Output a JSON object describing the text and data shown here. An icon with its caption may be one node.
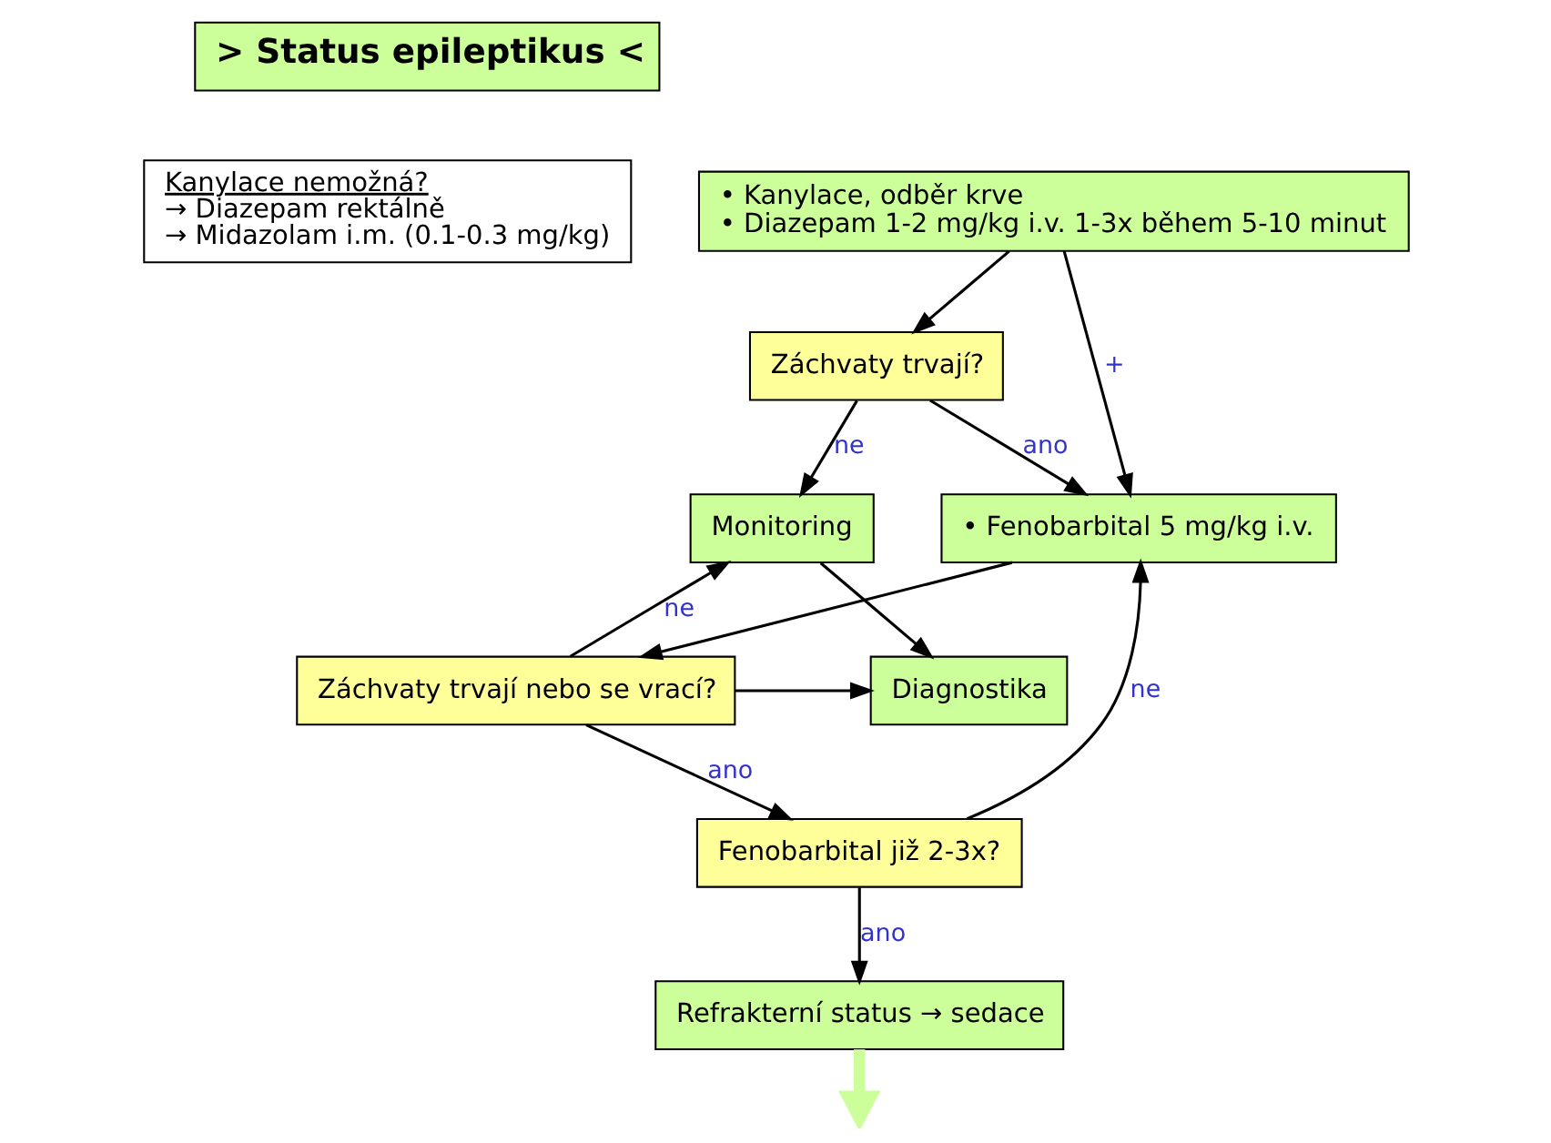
{
  "diagram": {
    "nodes": [
      {
        "text": [
          "> Status epileptikus <"
        ]
      },
      {
        "text": [
          "Kanylace nemožná?",
          "→ Diazepam rektálně",
          "→ Midazolam i.m. (0.1-0.3 mg/kg)"
        ]
      },
      {
        "text": [
          "• Kanylace, odběr krve",
          "• Diazepam 1-2 mg/kg i.v. 1-3x během 5-10 minut"
        ]
      },
      {
        "text": [
          "Záchvaty trvají?"
        ]
      },
      {
        "text": [
          "Monitoring"
        ]
      },
      {
        "text": [
          "• Fenobarbital 5 mg/kg i.v."
        ]
      },
      {
        "text": [
          "Záchvaty trvají nebo se vrací?"
        ]
      },
      {
        "text": [
          "Diagnostika"
        ]
      },
      {
        "text": [
          "Fenobarbital již 2-3x?"
        ]
      },
      {
        "text": [
          "Refrakterní status → sedace"
        ]
      }
    ],
    "edges": [
      {
        "from": 2,
        "to": 3,
        "arrow": "to"
      },
      {
        "from": 2,
        "to": 5,
        "arrow": "to",
        "label": "+"
      },
      {
        "from": 3,
        "to": 4,
        "arrow": "to",
        "label": "ne"
      },
      {
        "from": 3,
        "to": 5,
        "arrow": "to",
        "label": "ano"
      },
      {
        "from": 5,
        "to": 6,
        "arrow": "to"
      },
      {
        "from": 6,
        "to": 4,
        "arrow": "to",
        "label": "ne"
      },
      {
        "from": 6,
        "to": 7,
        "arrow": "to"
      },
      {
        "from": 4,
        "to": 7,
        "arrow": "to"
      },
      {
        "from": 6,
        "to": 8,
        "arrow": "to",
        "label": "ano"
      },
      {
        "from": 8,
        "to": 5,
        "arrow": "to",
        "label": "ne"
      },
      {
        "from": 8,
        "to": 9,
        "arrow": "to",
        "label": "ano"
      },
      {
        "from": 9,
        "to": null,
        "arrow": "to",
        "style": "thick",
        "color": "#ccff99"
      }
    ]
  }
}
